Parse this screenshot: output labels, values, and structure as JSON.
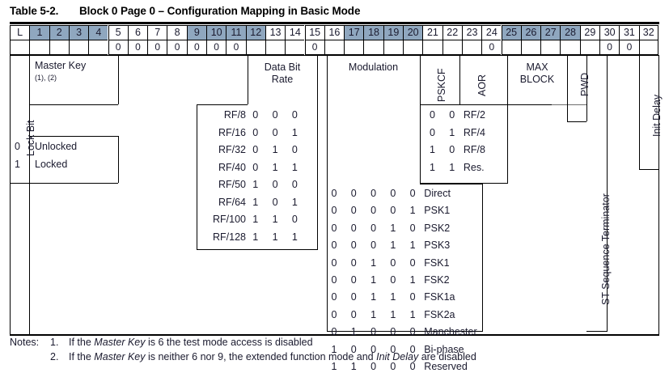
{
  "title": {
    "number": "Table 5-2.",
    "text": "Block 0 Page 0 – Configuration Mapping in Basic Mode"
  },
  "colors": {
    "shaded_header": "#8fa7bf",
    "text": "#1a1a2e",
    "rule": "#000000"
  },
  "header": {
    "columns": [
      "L",
      "1",
      "2",
      "3",
      "4",
      "5",
      "6",
      "7",
      "8",
      "9",
      "10",
      "11",
      "12",
      "13",
      "14",
      "15",
      "16",
      "17",
      "18",
      "19",
      "20",
      "21",
      "22",
      "23",
      "24",
      "25",
      "26",
      "27",
      "28",
      "29",
      "30",
      "31",
      "32"
    ],
    "shaded_columns": [
      "1",
      "2",
      "3",
      "4",
      "9",
      "10",
      "11",
      "12",
      "17",
      "18",
      "19",
      "20",
      "25",
      "26",
      "27",
      "28"
    ],
    "fixed_zero_row": {
      "5": "0",
      "6": "0",
      "7": "0",
      "8": "0",
      "9": "0",
      "10": "0",
      "11": "0",
      "15": "0",
      "24": "0",
      "30": "0",
      "31": "0"
    }
  },
  "fields": {
    "lock_bit": {
      "label": "Lock Bit",
      "values": [
        {
          "bit": "0",
          "meaning": "Unlocked"
        },
        {
          "bit": "1",
          "meaning": "Locked"
        }
      ]
    },
    "master_key": {
      "label": "Master Key",
      "footnotes": "(1), (2)"
    },
    "data_bit_rate": {
      "label": "Data Bit Rate",
      "rows": [
        {
          "name": "RF/8",
          "bits": [
            "0",
            "0",
            "0"
          ]
        },
        {
          "name": "RF/16",
          "bits": [
            "0",
            "0",
            "1"
          ]
        },
        {
          "name": "RF/32",
          "bits": [
            "0",
            "1",
            "0"
          ]
        },
        {
          "name": "RF/40",
          "bits": [
            "0",
            "1",
            "1"
          ]
        },
        {
          "name": "RF/50",
          "bits": [
            "1",
            "0",
            "0"
          ]
        },
        {
          "name": "RF/64",
          "bits": [
            "1",
            "0",
            "1"
          ]
        },
        {
          "name": "RF/100",
          "bits": [
            "1",
            "1",
            "0"
          ]
        },
        {
          "name": "RF/128",
          "bits": [
            "1",
            "1",
            "1"
          ]
        }
      ]
    },
    "modulation": {
      "label": "Modulation",
      "rows": [
        {
          "bits": [
            "0",
            "0",
            "0",
            "0",
            "0"
          ],
          "name": "Direct"
        },
        {
          "bits": [
            "0",
            "0",
            "0",
            "0",
            "1"
          ],
          "name": "PSK1"
        },
        {
          "bits": [
            "0",
            "0",
            "0",
            "1",
            "0"
          ],
          "name": "PSK2"
        },
        {
          "bits": [
            "0",
            "0",
            "0",
            "1",
            "1"
          ],
          "name": "PSK3"
        },
        {
          "bits": [
            "0",
            "0",
            "1",
            "0",
            "0"
          ],
          "name": "FSK1"
        },
        {
          "bits": [
            "0",
            "0",
            "1",
            "0",
            "1"
          ],
          "name": "FSK2"
        },
        {
          "bits": [
            "0",
            "0",
            "1",
            "1",
            "0"
          ],
          "name": "FSK1a"
        },
        {
          "bits": [
            "0",
            "0",
            "1",
            "1",
            "1"
          ],
          "name": "FSK2a"
        },
        {
          "bits": [
            "0",
            "1",
            "0",
            "0",
            "0"
          ],
          "name": "Manchester"
        },
        {
          "bits": [
            "1",
            "0",
            "0",
            "0",
            "0"
          ],
          "name": "Bi-phase"
        },
        {
          "bits": [
            "1",
            "1",
            "0",
            "0",
            "0"
          ],
          "name": "Reserved"
        }
      ]
    },
    "pskcf": {
      "label": "PSKCF",
      "rows": [
        {
          "bits": [
            "0",
            "0"
          ],
          "name": "RF/2"
        },
        {
          "bits": [
            "0",
            "1"
          ],
          "name": "RF/4"
        },
        {
          "bits": [
            "1",
            "0"
          ],
          "name": "RF/8"
        },
        {
          "bits": [
            "1",
            "1"
          ],
          "name": "Res."
        }
      ]
    },
    "aor": {
      "label": "AOR"
    },
    "max_block": {
      "label_line1": "MAX",
      "label_line2": "BLOCK"
    },
    "pwd": {
      "label": "PWD"
    },
    "st_sequence_terminator": {
      "label": "ST Sequence Terminator"
    },
    "init_delay": {
      "label": "Init Delay"
    }
  },
  "notes": {
    "lead": "Notes:",
    "items": [
      {
        "index": "1.",
        "pre": "If the ",
        "em1": "Master Key",
        "mid": " is 6 the test mode access is disabled",
        "em2": "",
        "post": ""
      },
      {
        "index": "2.",
        "pre": "If the ",
        "em1": "Master Key",
        "mid": " is neither 6 nor 9, the extended function mode and ",
        "em2": "Init Delay",
        "post": " are disabled"
      }
    ]
  }
}
